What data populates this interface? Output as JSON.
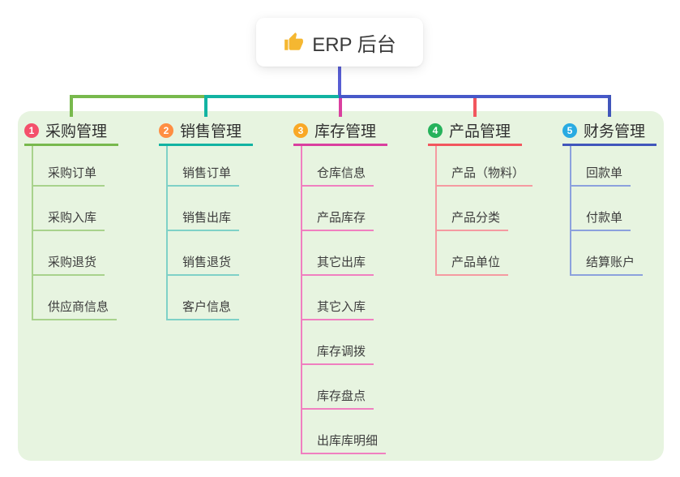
{
  "root": {
    "label": "ERP 后台",
    "icon": "thumbs-up-icon",
    "icon_color": "#f5b731"
  },
  "canvas": {
    "panel_bg": "#e7f4e0",
    "root_connector_color": "#575dd3",
    "right_connector_color": "#4759c9"
  },
  "branches": [
    {
      "badge": "1",
      "title": "采购管理",
      "badge_color": "#f4506b",
      "line_color": "#78b94d",
      "child_line_color": "#a8d28c",
      "children": [
        "采购订单",
        "采购入库",
        "采购退货",
        "供应商信息"
      ]
    },
    {
      "badge": "2",
      "title": "销售管理",
      "badge_color": "#ff8e42",
      "line_color": "#12b3a2",
      "child_line_color": "#7fd1c7",
      "children": [
        "销售订单",
        "销售出库",
        "销售退货",
        "客户信息"
      ]
    },
    {
      "badge": "3",
      "title": "库存管理",
      "badge_color": "#f9a826",
      "line_color": "#da3f9f",
      "child_line_color": "#f07fc0",
      "children": [
        "仓库信息",
        "产品库存",
        "其它出库",
        "其它入库",
        "库存调拨",
        "库存盘点",
        "出库库明细"
      ]
    },
    {
      "badge": "4",
      "title": "产品管理",
      "badge_color": "#26b25b",
      "line_color": "#f2565e",
      "child_line_color": "#f59aa1",
      "children": [
        "产品（物料）",
        "产品分类",
        "产品单位"
      ]
    },
    {
      "badge": "5",
      "title": "财务管理",
      "badge_color": "#29abe2",
      "line_color": "#4156bb",
      "child_line_color": "#8ca1dd",
      "children": [
        "回款单",
        "付款单",
        "结算账户"
      ]
    }
  ]
}
